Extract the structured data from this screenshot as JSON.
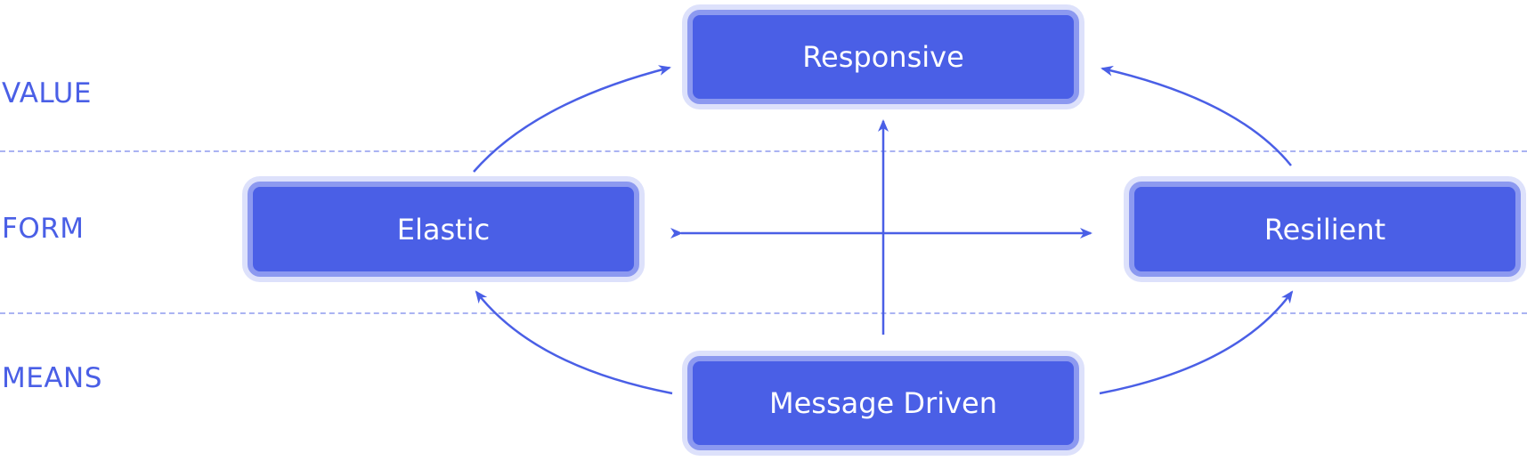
{
  "layers": {
    "value": "VALUE",
    "form": "FORM",
    "means": "MEANS"
  },
  "nodes": {
    "responsive": "Responsive",
    "elastic": "Elastic",
    "resilient": "Resilient",
    "message_driven": "Message Driven"
  },
  "colors": {
    "accent": "#4a5fe6",
    "node_border": "#8c99f0",
    "node_glow": "#dde1fb",
    "divider": "#aab3f2"
  }
}
